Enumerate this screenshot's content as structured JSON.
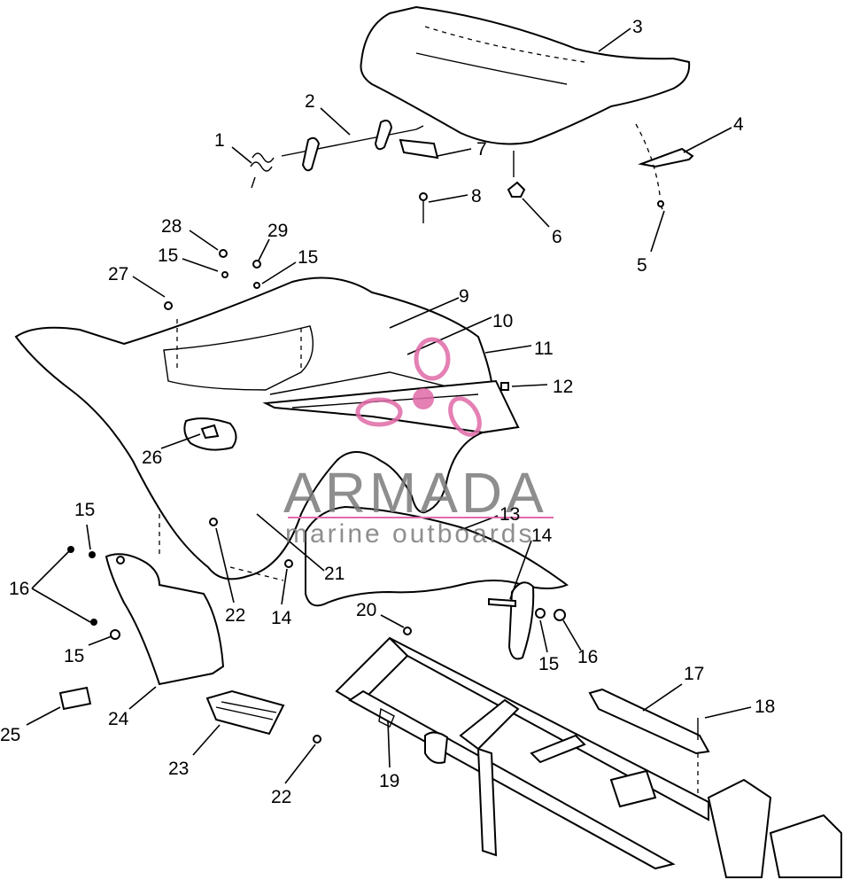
{
  "diagram": {
    "callouts": [
      {
        "id": "c1",
        "label": "1"
      },
      {
        "id": "c2",
        "label": "2"
      },
      {
        "id": "c3",
        "label": "3"
      },
      {
        "id": "c4",
        "label": "4"
      },
      {
        "id": "c5",
        "label": "5"
      },
      {
        "id": "c6",
        "label": "6"
      },
      {
        "id": "c7",
        "label": "7"
      },
      {
        "id": "c8",
        "label": "8"
      },
      {
        "id": "c9",
        "label": "9"
      },
      {
        "id": "c10",
        "label": "10"
      },
      {
        "id": "c11",
        "label": "11"
      },
      {
        "id": "c12",
        "label": "12"
      },
      {
        "id": "c13",
        "label": "13"
      },
      {
        "id": "c14a",
        "label": "14"
      },
      {
        "id": "c14b",
        "label": "14"
      },
      {
        "id": "c15a",
        "label": "15"
      },
      {
        "id": "c15b",
        "label": "15"
      },
      {
        "id": "c15c",
        "label": "15"
      },
      {
        "id": "c15d",
        "label": "15"
      },
      {
        "id": "c15e",
        "label": "15"
      },
      {
        "id": "c16a",
        "label": "16"
      },
      {
        "id": "c16b",
        "label": "16"
      },
      {
        "id": "c17",
        "label": "17"
      },
      {
        "id": "c18",
        "label": "18"
      },
      {
        "id": "c19",
        "label": "19"
      },
      {
        "id": "c20",
        "label": "20"
      },
      {
        "id": "c21",
        "label": "21"
      },
      {
        "id": "c22a",
        "label": "22"
      },
      {
        "id": "c22b",
        "label": "22"
      },
      {
        "id": "c23",
        "label": "23"
      },
      {
        "id": "c24",
        "label": "24"
      },
      {
        "id": "c25",
        "label": "25"
      },
      {
        "id": "c26",
        "label": "26"
      },
      {
        "id": "c27",
        "label": "27"
      },
      {
        "id": "c28",
        "label": "28"
      },
      {
        "id": "c29",
        "label": "29"
      }
    ]
  },
  "watermark": {
    "title": "ARMADA",
    "subtitle": "marine outboards",
    "logo_color": "#e06aa8",
    "text_color": "#7b7b7b"
  }
}
